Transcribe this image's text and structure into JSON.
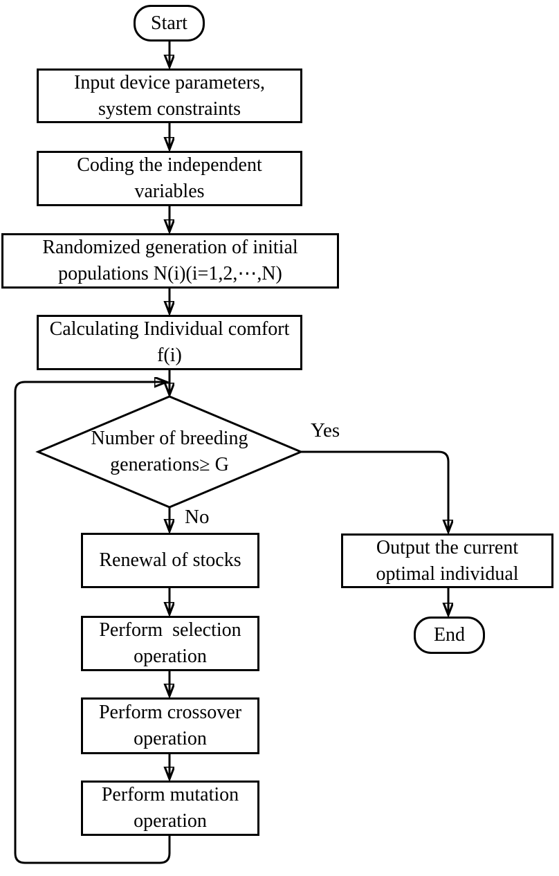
{
  "nodes": {
    "start": {
      "lines": [
        "Start"
      ]
    },
    "input": {
      "lines": [
        "Input device parameters,",
        "system constraints"
      ]
    },
    "coding": {
      "lines": [
        "Coding the independent",
        "variables"
      ]
    },
    "random": {
      "lines": [
        "Randomized generation of initial",
        "populations N(i)(i=1,2,⋯,N)"
      ]
    },
    "comfort": {
      "lines": [
        "Calculating Individual comfort",
        "f(i)"
      ]
    },
    "decision": {
      "lines": [
        "Number of breeding",
        "generations≥ G"
      ]
    },
    "renewal": {
      "lines": [
        "Renewal of stocks"
      ]
    },
    "selection": {
      "lines": [
        "Perform  selection",
        "operation"
      ]
    },
    "crossover": {
      "lines": [
        "Perform crossover",
        "operation"
      ]
    },
    "mutation": {
      "lines": [
        "Perform mutation",
        "operation"
      ]
    },
    "output": {
      "lines": [
        "Output the current",
        "optimal individual"
      ]
    },
    "end": {
      "lines": [
        "End"
      ]
    }
  },
  "edge_labels": {
    "yes": "Yes",
    "no": "No"
  },
  "colors": {
    "line": "#000000",
    "background": "#ffffff"
  }
}
